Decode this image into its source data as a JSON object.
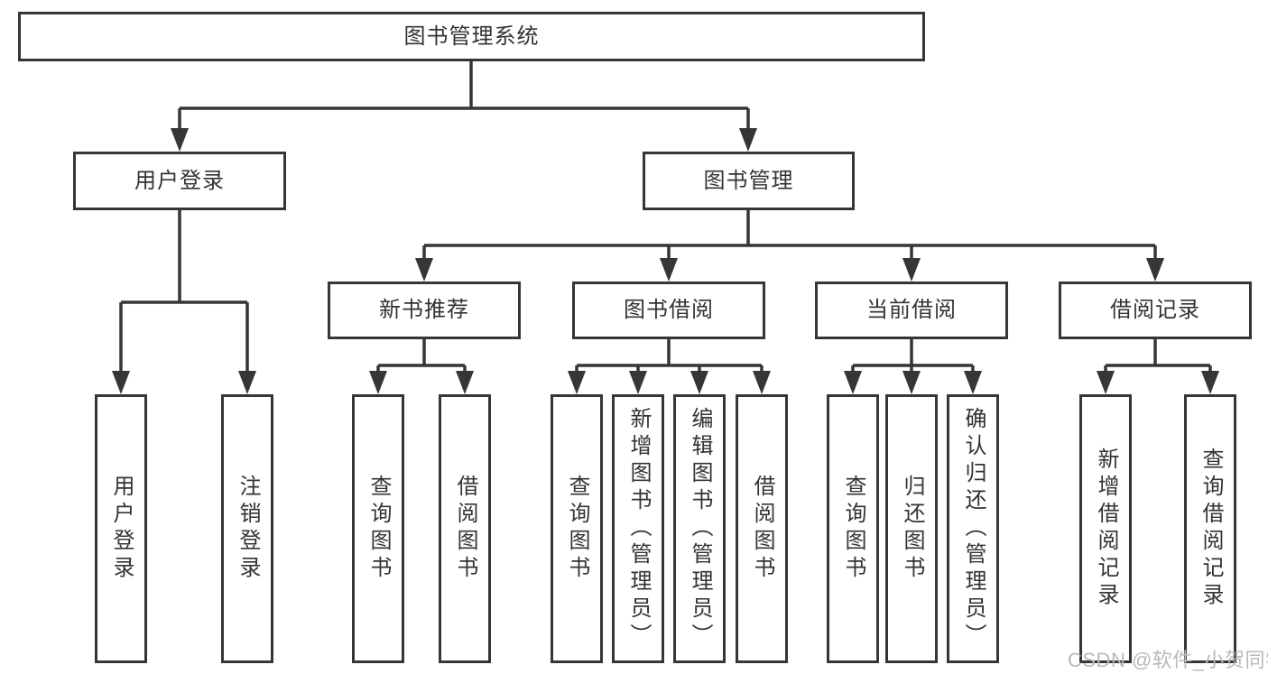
{
  "diagram_title": "图书管理系统",
  "tree": {
    "root": {
      "label": "图书管理系统"
    },
    "branches": [
      {
        "label": "用户登录",
        "children": [
          {
            "label": "用户登录"
          },
          {
            "label": "注销登录"
          }
        ]
      },
      {
        "label": "图书管理",
        "children": [
          {
            "label": "新书推荐",
            "children": [
              {
                "label": "查询图书"
              },
              {
                "label": "借阅图书"
              }
            ]
          },
          {
            "label": "图书借阅",
            "children": [
              {
                "label": "查询图书"
              },
              {
                "label": "新增图书（管理员）"
              },
              {
                "label": "编辑图书（管理员）"
              },
              {
                "label": "借阅图书"
              }
            ]
          },
          {
            "label": "当前借阅",
            "children": [
              {
                "label": "查询图书"
              },
              {
                "label": "归还图书"
              },
              {
                "label": "确认归还（管理员）"
              }
            ]
          },
          {
            "label": "借阅记录",
            "children": [
              {
                "label": "新增借阅记录"
              },
              {
                "label": "查询借阅记录"
              }
            ]
          }
        ]
      }
    ]
  },
  "watermark": {
    "text": "CSDN @软件_小贺同学"
  },
  "colors": {
    "line": "#363636",
    "box_border": "#363636",
    "box_fill": "#ffffff",
    "text": "#333333",
    "watermark": "#b9b9b9",
    "background": "#ffffff"
  }
}
